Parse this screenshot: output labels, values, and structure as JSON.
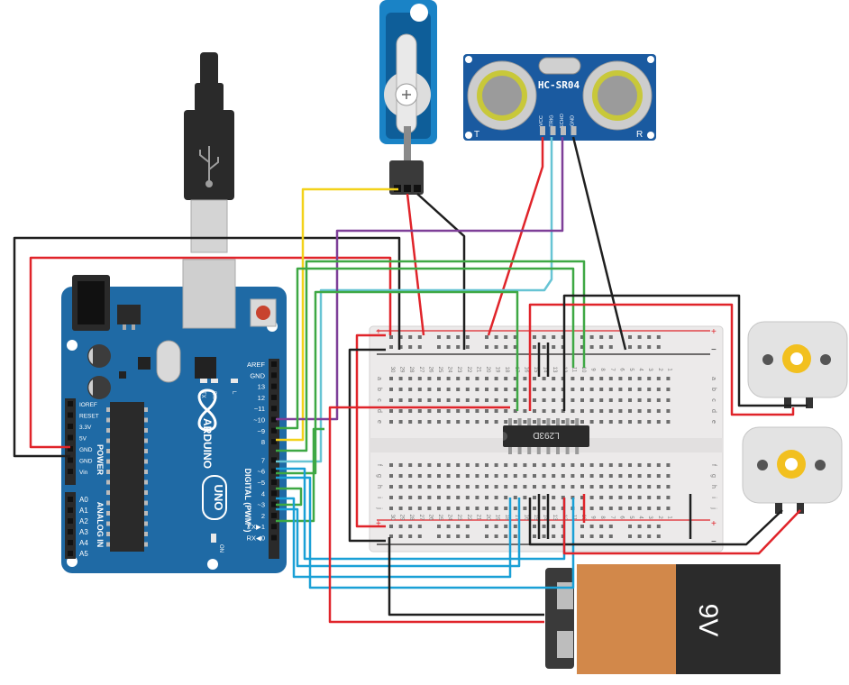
{
  "arduino": {
    "header_right": [
      "AREF",
      "GND",
      "13",
      "12",
      "~11",
      "~10",
      "~9",
      "8",
      "7",
      "~6",
      "~5",
      "4",
      "~3",
      "2",
      "TX▶1",
      "RX◀0"
    ],
    "power_pins": [
      "IOREF",
      "RESET",
      "3.3V",
      "5V",
      "GND",
      "GND",
      "Vin"
    ],
    "analog_pins": [
      "A0",
      "A1",
      "A2",
      "A3",
      "A4",
      "A5"
    ],
    "power_label": "POWER",
    "analog_label": "ANALOG IN",
    "digital_label": "DIGITAL (PWM~)",
    "brand": "ARDUINO",
    "model": "UNO",
    "led_tx": "TX",
    "led_rx": "RX",
    "led_l": "L",
    "on_label": "ON",
    "icon": "infinity-logo-icon",
    "usb_icon": "usb-symbol-icon"
  },
  "sensor": {
    "name": "HC-SR04",
    "pins": [
      "VCC",
      "TRIG",
      "ECHO",
      "GND"
    ],
    "left_mark": "T",
    "right_mark": "R"
  },
  "chip": {
    "name": "L293D"
  },
  "battery": {
    "label": "9V"
  },
  "breadboard": {
    "columns": [
      "30",
      "29",
      "28",
      "27",
      "26",
      "25",
      "24",
      "23",
      "22",
      "21",
      "20",
      "19",
      "18",
      "17",
      "16",
      "15",
      "14",
      "13",
      "12",
      "11",
      "10",
      "9",
      "8",
      "7",
      "6",
      "5",
      "4",
      "3",
      "2",
      "1"
    ],
    "rows_top": [
      "a",
      "b",
      "c",
      "d",
      "e"
    ],
    "rows_bottom": [
      "f",
      "g",
      "h",
      "i",
      "j"
    ],
    "plus": "+",
    "minus": "−"
  },
  "motors": [
    {
      "icon": "dc-motor-gear-icon"
    },
    {
      "icon": "dc-motor-gear-icon"
    }
  ],
  "colors": {
    "board": "#1f6aa5",
    "board_dark": "#165187",
    "red": "#e0242a",
    "black": "#1f1f1f",
    "yellow": "#f3d21a",
    "purple": "#7e3f98",
    "cyan": "#67c4d4",
    "green": "#3ea844",
    "blue": "#1aa0d6",
    "breadboard": "#eceaea",
    "battery_orange": "#d2884a",
    "sensor_blue": "#1a5aa0"
  }
}
